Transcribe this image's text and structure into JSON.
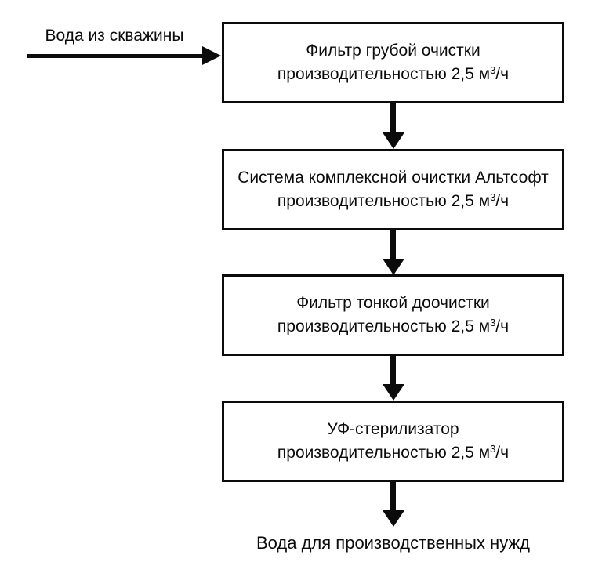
{
  "colors": {
    "ink": "#0b0b0b",
    "background": "#ffffff",
    "box_fill": "#ffffff"
  },
  "flow": {
    "source_label": "Вода из скважины",
    "sink_label": "Вода для производственных нужд",
    "stages": [
      {
        "name": "Фильтр грубой очистки",
        "capacity_prefix": "производительностью 2,5 м",
        "capacity_sup": "3",
        "capacity_suffix": "/ч"
      },
      {
        "name": "Система комплексной очистки Альтсофт",
        "capacity_prefix": "производительностью 2,5 м",
        "capacity_sup": "3",
        "capacity_suffix": "/ч"
      },
      {
        "name": "Фильтр тонкой доочистки",
        "capacity_prefix": "производительностью 2,5 м",
        "capacity_sup": "3",
        "capacity_suffix": "/ч"
      },
      {
        "name": "УФ-стерилизатор",
        "capacity_prefix": "производительностью 2,5 м",
        "capacity_sup": "3",
        "capacity_suffix": "/ч"
      }
    ]
  }
}
